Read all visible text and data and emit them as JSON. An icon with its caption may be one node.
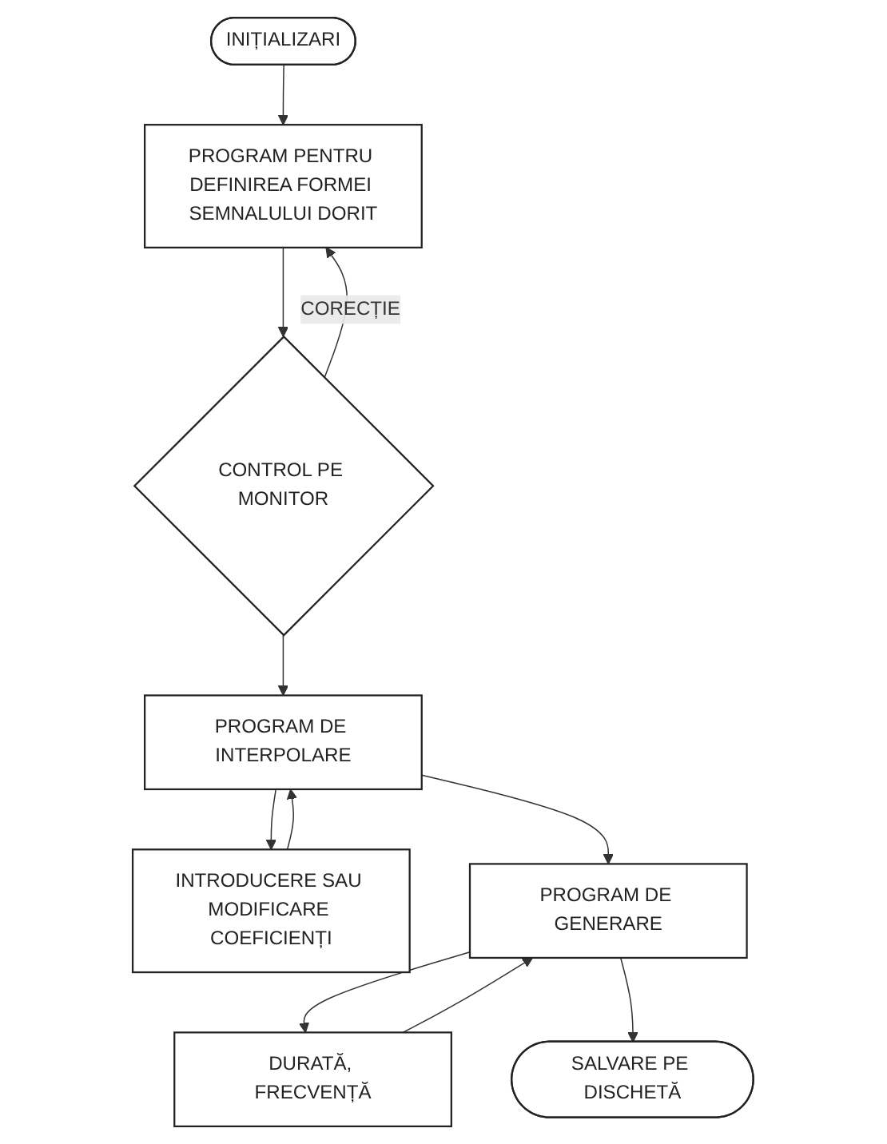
{
  "diagram": {
    "nodes": [
      {
        "text": [
          "INIȚIALIZARI"
        ]
      },
      {
        "text": [
          "PROGRAM PENTRU DEFINIREA FORMEI SEMNALULUI DORIT"
        ]
      },
      {
        "text": [
          "CONTROL PE MONITOR"
        ]
      },
      {
        "text": [
          "PROGRAM DE INTERPOLARE"
        ]
      },
      {
        "text": [
          "INTRODUCERE SAU MODIFICARE COEFICIENȚI"
        ]
      },
      {
        "text": [
          "PROGRAM DE GENERARE"
        ]
      },
      {
        "text": [
          "DURATĂ, FRECVENȚĂ"
        ]
      },
      {
        "text": [
          "SALVARE PE DISCHETĂ"
        ]
      }
    ],
    "edges": [
      {
        "from": 0,
        "to": 1,
        "arrow": "to"
      },
      {
        "from": 1,
        "to": 2,
        "arrow": "to"
      },
      {
        "from": 2,
        "to": 1,
        "label": "CORECȚIE",
        "arrow": "to"
      },
      {
        "from": 2,
        "to": 3,
        "arrow": "to"
      },
      {
        "from": 3,
        "to": 4,
        "arrow": "to"
      },
      {
        "from": 4,
        "to": 3,
        "arrow": "to"
      },
      {
        "from": 3,
        "to": 5,
        "arrow": "to"
      },
      {
        "from": 6,
        "to": 5,
        "arrow": "to"
      },
      {
        "from": 5,
        "to": 6,
        "arrow": "to"
      },
      {
        "from": 5,
        "to": 7,
        "arrow": "to"
      }
    ]
  }
}
